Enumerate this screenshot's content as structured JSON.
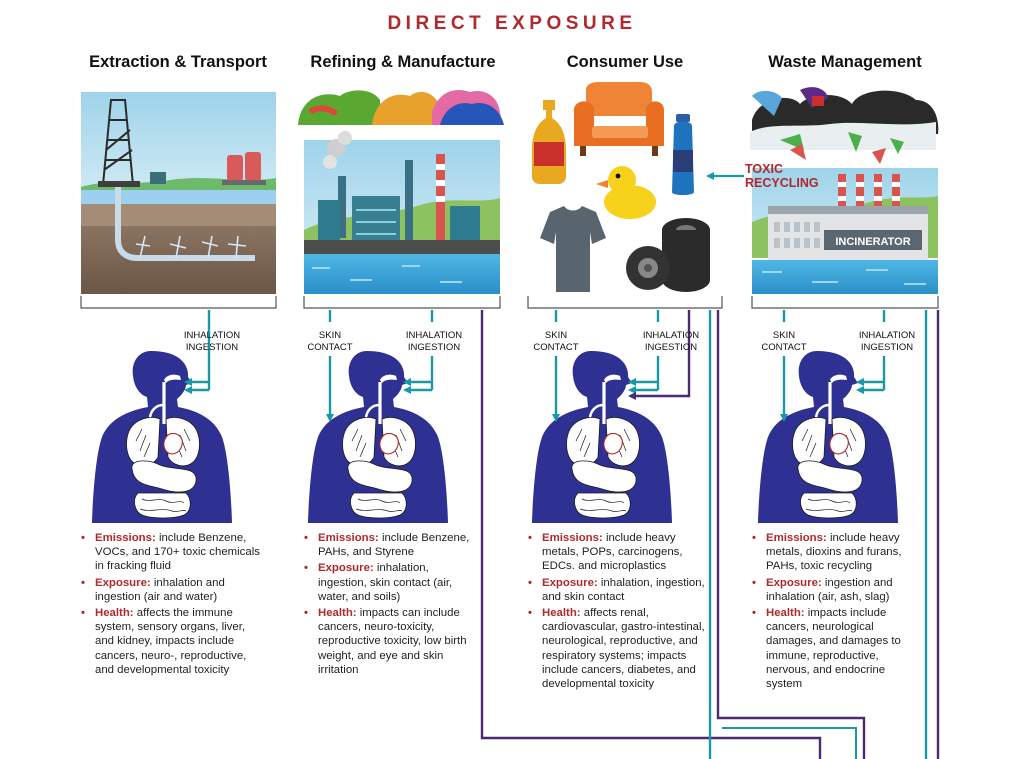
{
  "title": "DIRECT EXPOSURE",
  "colors": {
    "accent": "#b1282d",
    "body": "#2e3192",
    "teal": "#1a98a6",
    "purple": "#4b2a74"
  },
  "columns": [
    {
      "title": "Extraction & Transport",
      "routes": [
        "INHALATION",
        "INGESTION"
      ],
      "notes": [
        {
          "label": "Emissions:",
          "text": " include Benzene, VOCs, and 170+ toxic chemicals in fracking fluid"
        },
        {
          "label": "Exposure:",
          "text": " inhalation and ingestion (air and water)"
        },
        {
          "label": "Health:",
          "text": " affects the immune system, sensory organs, liver, and kidney, impacts include cancers, neuro-, reproductive, and developmental toxicity"
        }
      ]
    },
    {
      "title": "Refining & Manufacture",
      "routes": [
        "SKIN",
        "CONTACT",
        "INHALATION",
        "INGESTION"
      ],
      "notes": [
        {
          "label": "Emissions:",
          "text": " include Benzene, PAHs, and Styrene"
        },
        {
          "label": "Exposure:",
          "text": " inhalation, ingestion, skin contact (air, water, and soils)"
        },
        {
          "label": "Health:",
          "text": " impacts can include cancers, neuro-toxicity, reproductive toxicity, low birth weight, and eye and skin irritation"
        }
      ]
    },
    {
      "title": "Consumer Use",
      "routes": [
        "SKIN",
        "CONTACT",
        "INHALATION",
        "INGESTION"
      ],
      "notes": [
        {
          "label": "Emissions:",
          "text": " include heavy metals, POPs, carcinogens, EDCs. and microplastics"
        },
        {
          "label": "Exposure:",
          "text": " inhalation, ingestion, and skin contact"
        },
        {
          "label": "Health:",
          "text": " affects renal, cardiovascular, gastro-intestinal, neurological, reproductive, and respiratory systems; impacts include cancers, diabetes, and developmental toxicity"
        }
      ]
    },
    {
      "title": "Waste Management",
      "routes": [
        "SKIN",
        "CONTACT",
        "INHALATION",
        "INGESTION"
      ],
      "notes": [
        {
          "label": "Emissions:",
          "text": " include heavy metals, dioxins and furans, PAHs, toxic recycling"
        },
        {
          "label": "Exposure:",
          "text": " ingestion and inhalation (air, ash, slag)"
        },
        {
          "label": "Health:",
          "text": " impacts include cancers, neurological damages, and damages to immune, reproductive, nervous, and endocrine system"
        }
      ]
    }
  ],
  "toxic_recycling": [
    "TOXIC",
    "RECYCLING"
  ],
  "incinerator_label": "INCINERATOR",
  "icons": [
    "drilling-rig-icon",
    "plastic-pellets-icon",
    "refinery-icon",
    "armchair-icon",
    "bottle-icon",
    "rubber-duck-icon",
    "t-shirt-icon",
    "tires-icon",
    "trash-bags-icon",
    "incinerator-icon",
    "human-body-icon"
  ]
}
